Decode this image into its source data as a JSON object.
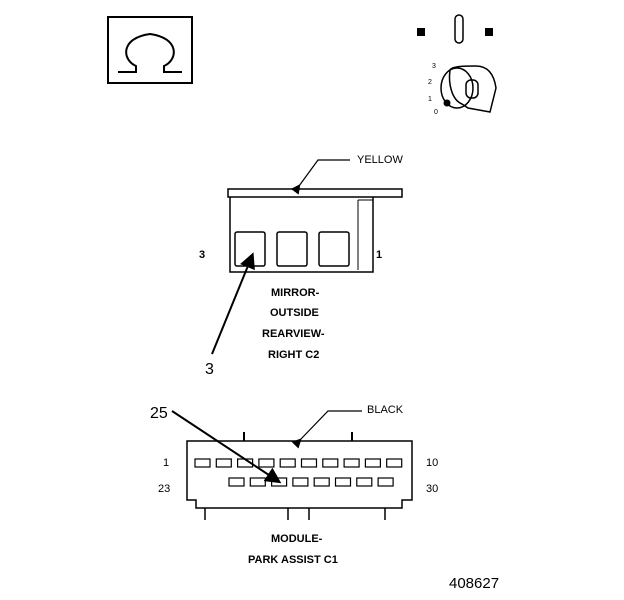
{
  "icons": {
    "connector_face_symbol": "omega-icon",
    "ignition_key_symbol": "ignition-key-icon",
    "ignition_positions": [
      "3",
      "2",
      "1",
      "0"
    ]
  },
  "connector_c2": {
    "wire_color_label": "YELLOW",
    "pin_left": "3",
    "pin_right": "1",
    "name_lines": [
      "MIRROR-",
      "OUTSIDE",
      "REARVIEW-",
      "RIGHT C2"
    ],
    "callout_pin": "3"
  },
  "connector_c1": {
    "wire_color_label": "BLACK",
    "callout_pin": "25",
    "row1_left": "1",
    "row1_right": "10",
    "row2_left": "23",
    "row2_right": "30",
    "name_lines": [
      "MODULE-",
      "PARK ASSIST C1"
    ]
  },
  "figure_number": "408627"
}
